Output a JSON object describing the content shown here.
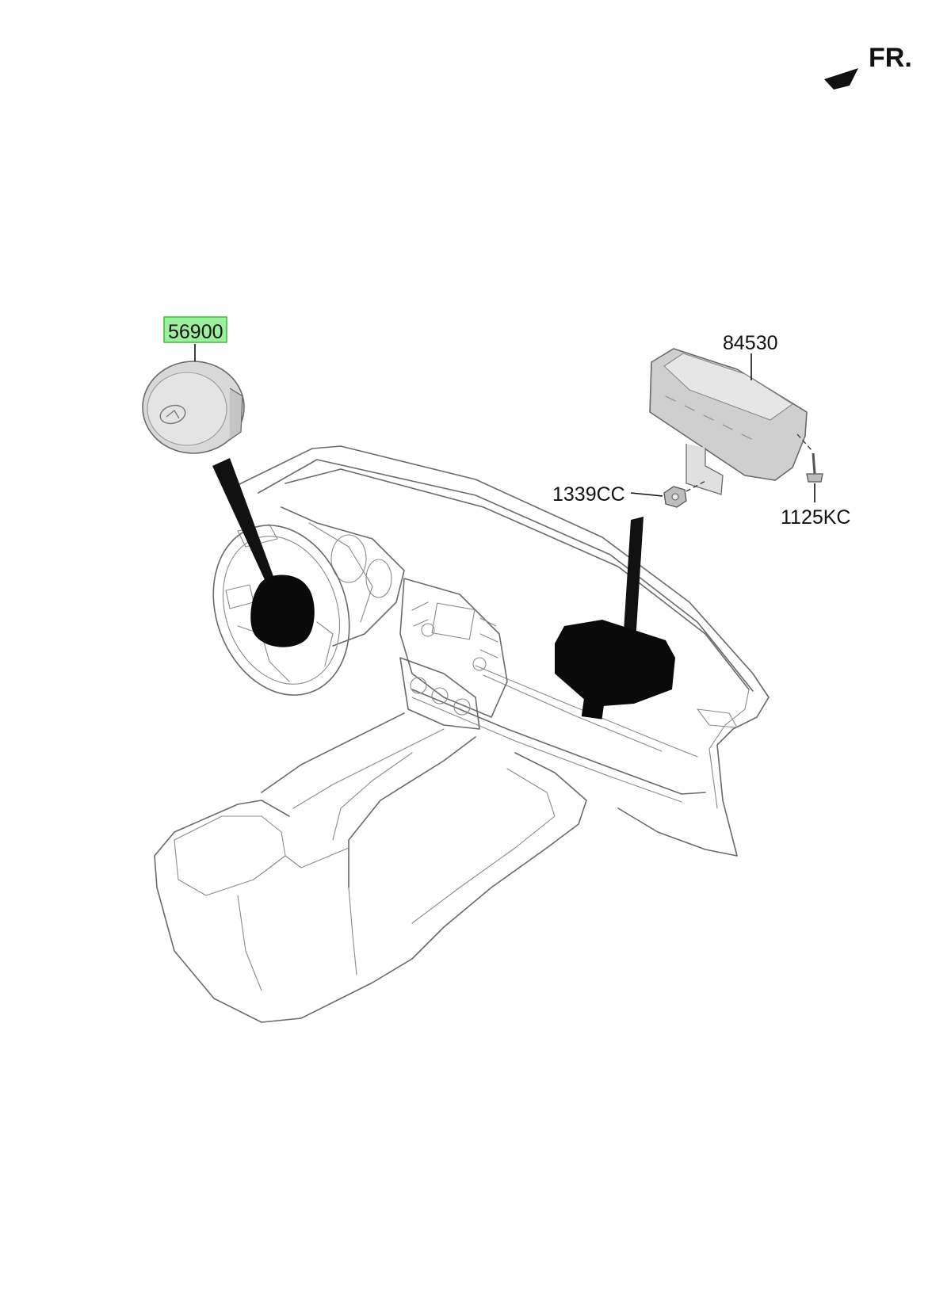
{
  "orientation": {
    "label": "FR."
  },
  "parts": [
    {
      "id": "driver-airbag",
      "number": "56900",
      "highlighted": true
    },
    {
      "id": "passenger-airbag",
      "number": "84530",
      "highlighted": false
    },
    {
      "id": "nut",
      "number": "1339CC",
      "highlighted": false
    },
    {
      "id": "bolt",
      "number": "1125KC",
      "highlighted": false
    }
  ],
  "colors": {
    "highlight_fill": "#9cf09c",
    "highlight_stroke": "#3db83d",
    "line_art": "#6a6a6a",
    "ink": "#111111"
  },
  "icons": {
    "front_arrow": "front-direction-arrow-icon"
  }
}
